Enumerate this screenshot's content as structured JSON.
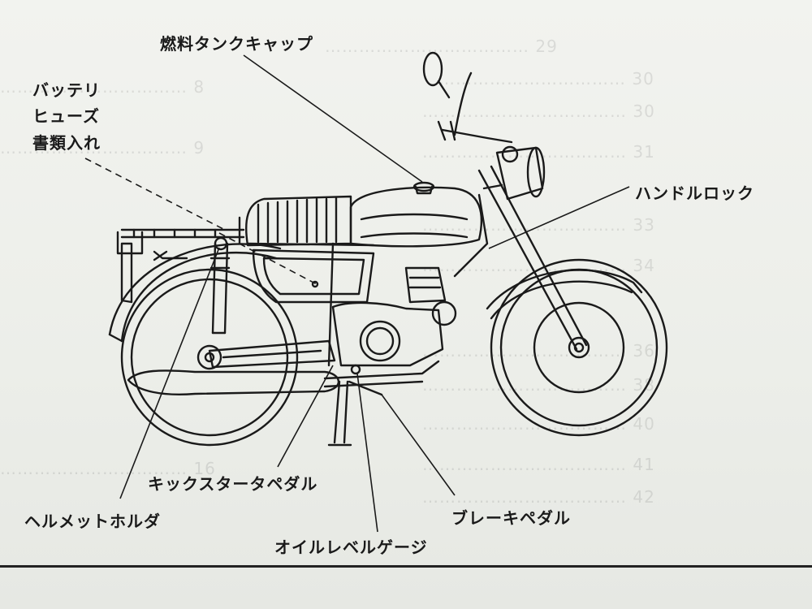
{
  "labels": {
    "fuel_tank_cap": "燃料タンクキャップ",
    "battery": "バッテリ",
    "fuse": "ヒューズ",
    "document_holder": "書類入れ",
    "handle_lock": "ハンドルロック",
    "kick_starter_pedal": "キックスタータペダル",
    "helmet_holder": "ヘルメットホルダ",
    "brake_pedal": "ブレーキペダル",
    "oil_level_gauge": "オイルレベルゲージ"
  },
  "colors": {
    "ink": "#1a1a1a",
    "paper": "#eceee9"
  }
}
